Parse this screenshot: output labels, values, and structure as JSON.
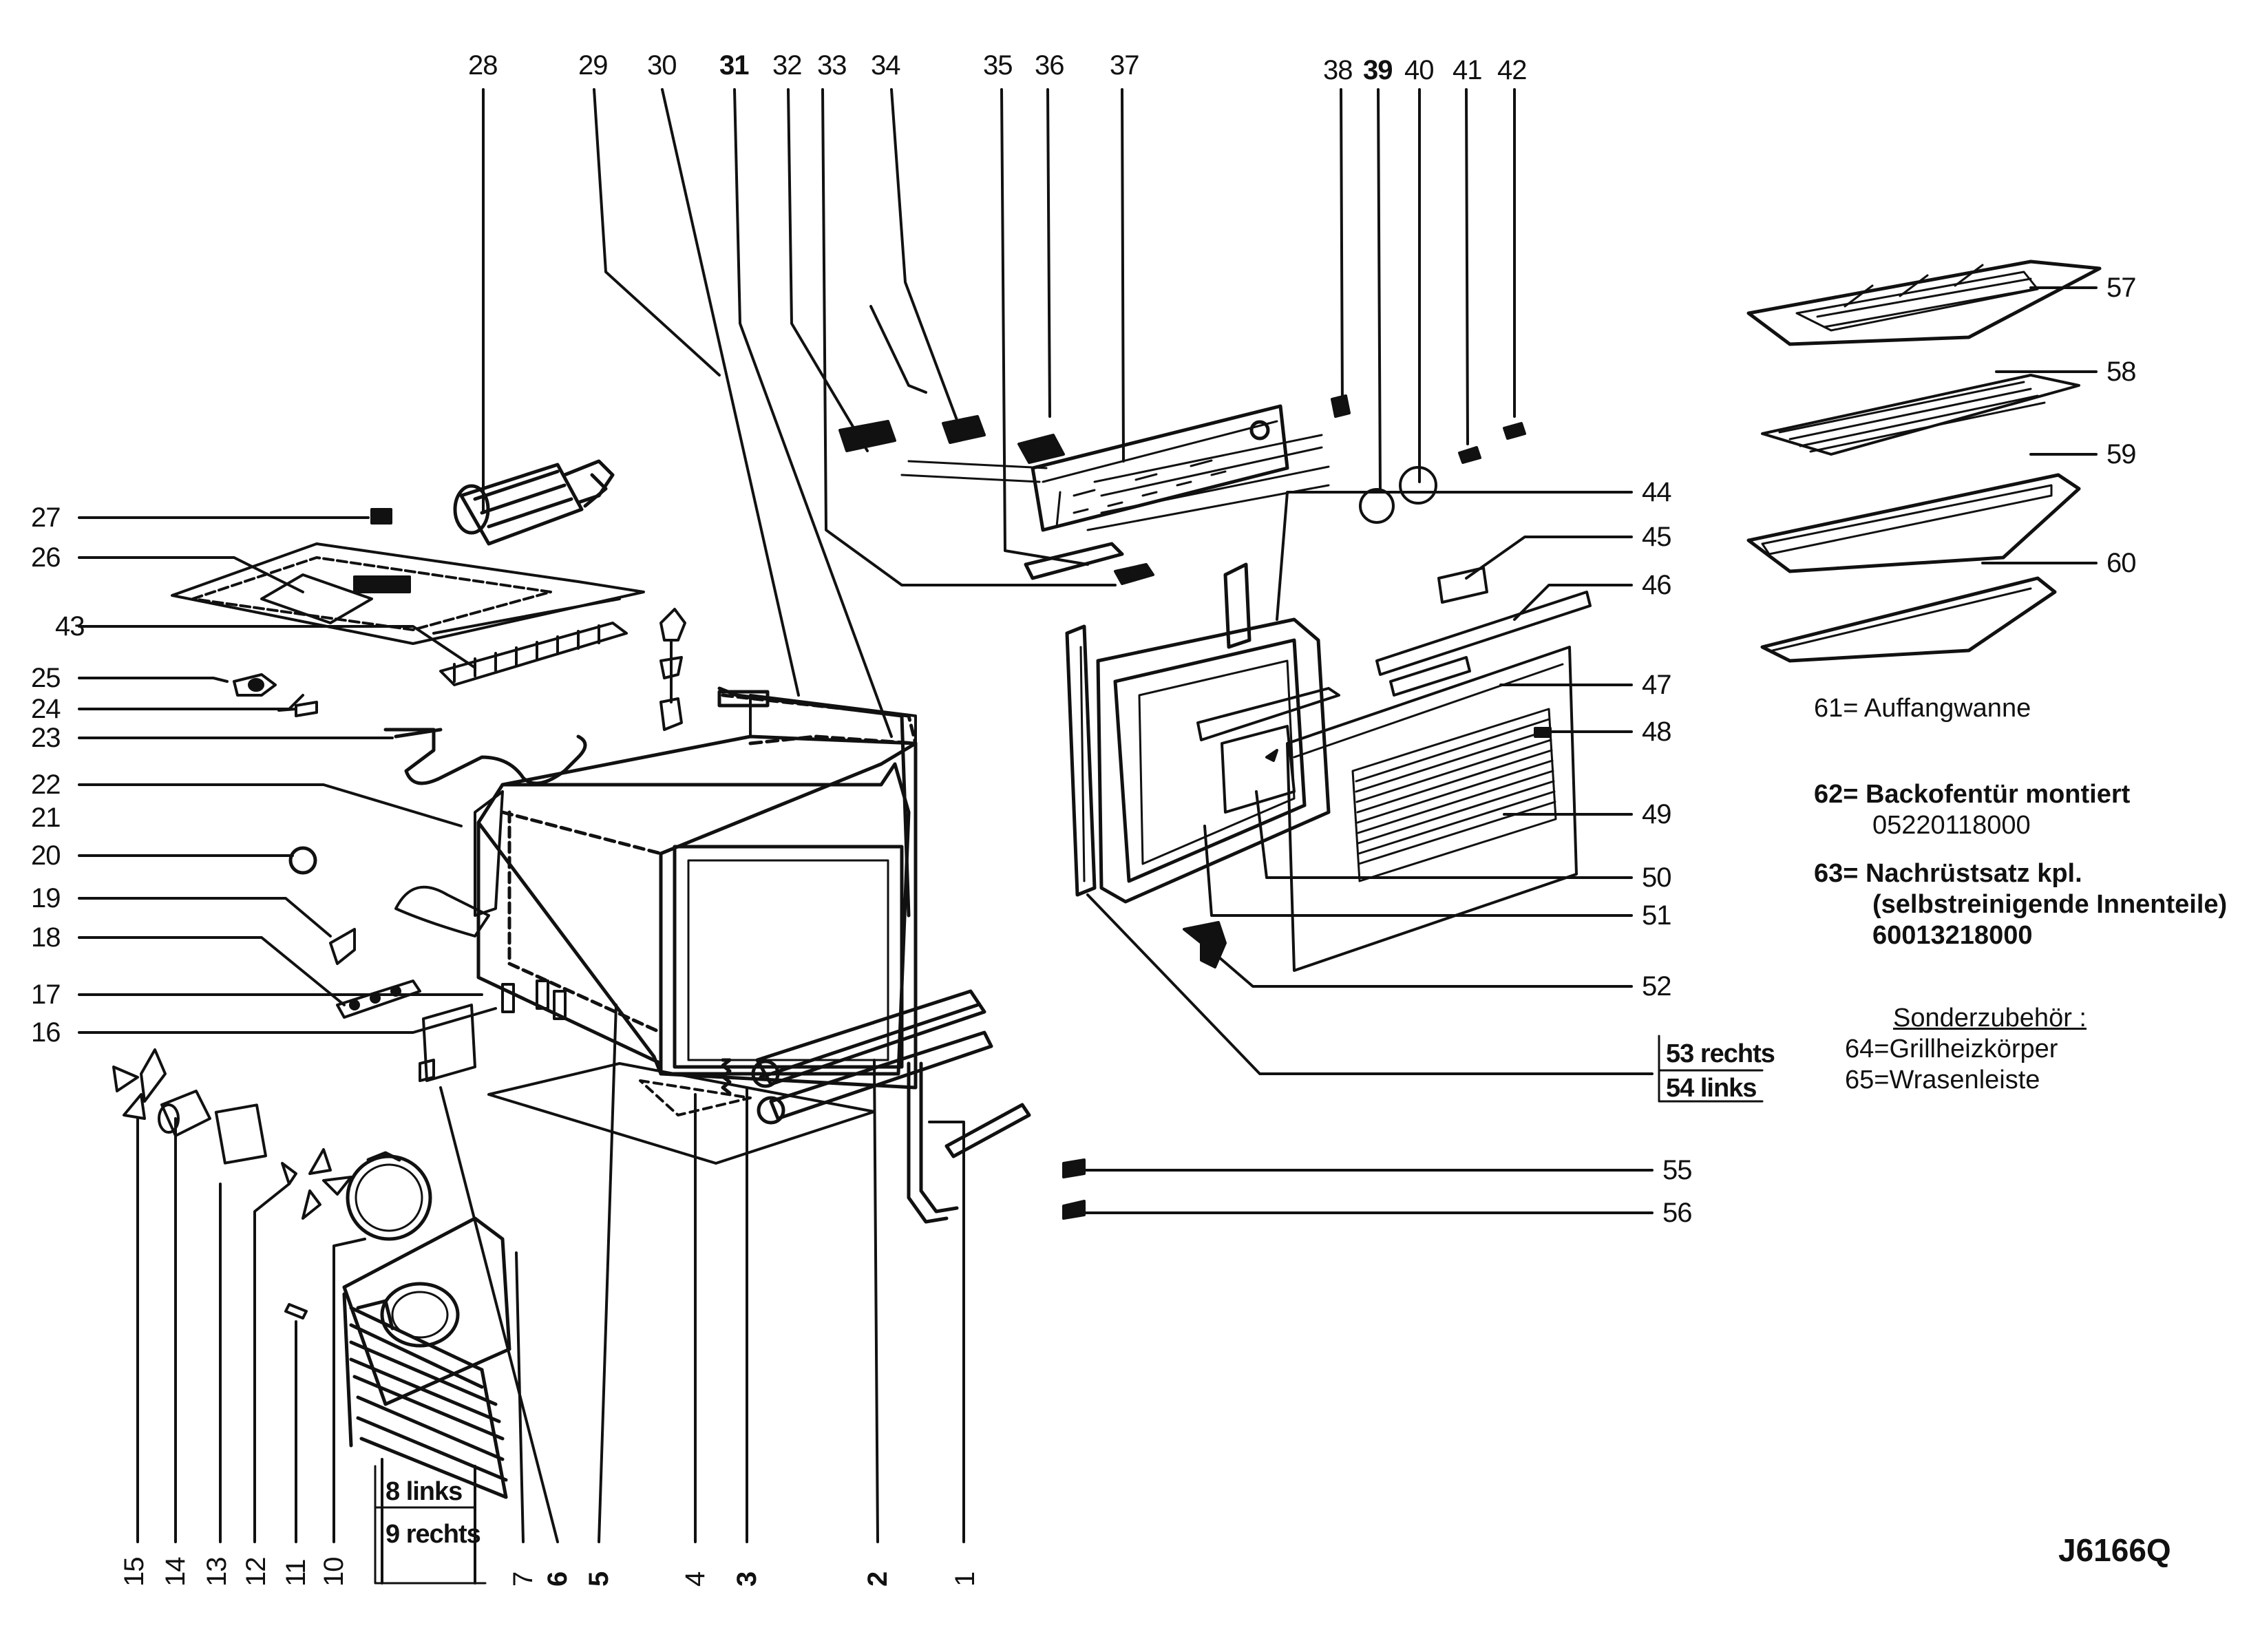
{
  "labels": {
    "n1": "1",
    "n2": "2",
    "n3": "3",
    "n4": "4",
    "n5": "5",
    "n6": "6",
    "n7": "7",
    "n10": "10",
    "n11": "11",
    "n12": "12",
    "n13": "13",
    "n14": "14",
    "n15": "15",
    "n16": "16",
    "n17": "17",
    "n18": "18",
    "n19": "19",
    "n20": "20",
    "n21": "21",
    "n22": "22",
    "n23": "23",
    "n24": "24",
    "n25": "25",
    "n26": "26",
    "n27": "27",
    "n28": "28",
    "n29": "29",
    "n30": "30",
    "n31": "31",
    "n32": "32",
    "n33": "33",
    "n34": "34",
    "n35": "35",
    "n36": "36",
    "n37": "37",
    "n38": "38",
    "n39": "39",
    "n40": "40",
    "n41": "41",
    "n42": "42",
    "n43": "43",
    "n44": "44",
    "n45": "45",
    "n46": "46",
    "n47": "47",
    "n48": "48",
    "n49": "49",
    "n50": "50",
    "n51": "51",
    "n52": "52",
    "n55": "55",
    "n56": "56",
    "n57": "57",
    "n58": "58",
    "n59": "59",
    "n60": "60",
    "n8": "8 links",
    "n9": "9 rechts",
    "n53": "53 rechts",
    "n54": "54 links"
  },
  "notes": {
    "n61": "61= Auffangwanne",
    "n62": "62= Backofentür montiert",
    "n62_code": "05220118000",
    "n63": "63= Nachrüstsatz kpl.",
    "n63_sub": "(selbstreinigende Innenteile)",
    "n63_code": "60013218000",
    "special_title": "Sonderzubehör :",
    "n64": "64=Grillheizkörper",
    "n65": "65=Wrasenleiste"
  },
  "drawing_code": "J6166Q",
  "line_color": "#111111"
}
